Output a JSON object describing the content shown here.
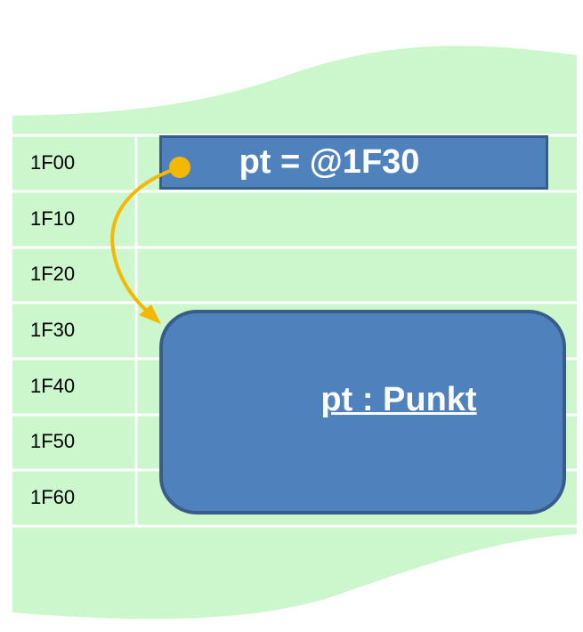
{
  "memory": {
    "addresses": [
      "1F00",
      "1F10",
      "1F20",
      "1F30",
      "1F40",
      "1F50",
      "1F60"
    ]
  },
  "pointer": {
    "label": "pt = @1F30"
  },
  "object": {
    "label": "pt : Punkt"
  },
  "colors": {
    "memory_fill": "#ccf6cc",
    "grid_line": "#ffffff",
    "box_fill": "#4f81bd",
    "box_border": "#385d8a",
    "arrow": "#f5b800",
    "text_light": "#ffffff",
    "text_dark": "#000000"
  }
}
